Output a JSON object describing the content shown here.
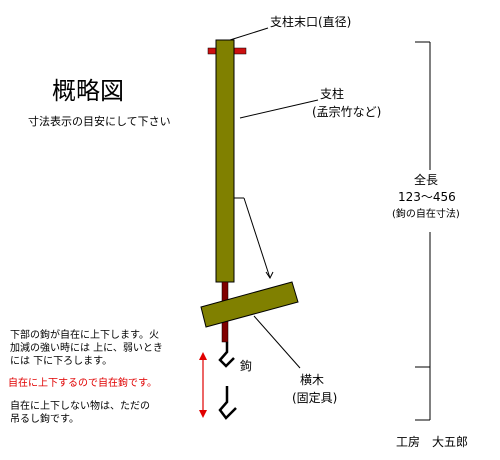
{
  "title": "概略図",
  "note": "寸法表示の目安にして下さい",
  "labels": {
    "top_tip": "支柱末口(直径)",
    "pole": "支柱",
    "pole_sub": "(孟宗竹など)",
    "total": "全長",
    "total_range": "123～456",
    "total_sub": "(鉤の自在寸法)",
    "hook": "鉤",
    "crossbar": "横木",
    "crossbar_sub": "(固定具)"
  },
  "explanation": {
    "line1": "下部の鉤が自在に上下します。火",
    "line2": "加減の強い時には 上に、弱いとき",
    "line3": "には 下に下ろします。",
    "red_line": "自在に上下するので自在鉤です。",
    "line4": "自在に上下しない物は、ただの",
    "line5": "吊るし鉤です。"
  },
  "signature": "工房　大五郎",
  "colors": {
    "pole": "#808000",
    "red": "#e00000",
    "rod": "#800000"
  }
}
